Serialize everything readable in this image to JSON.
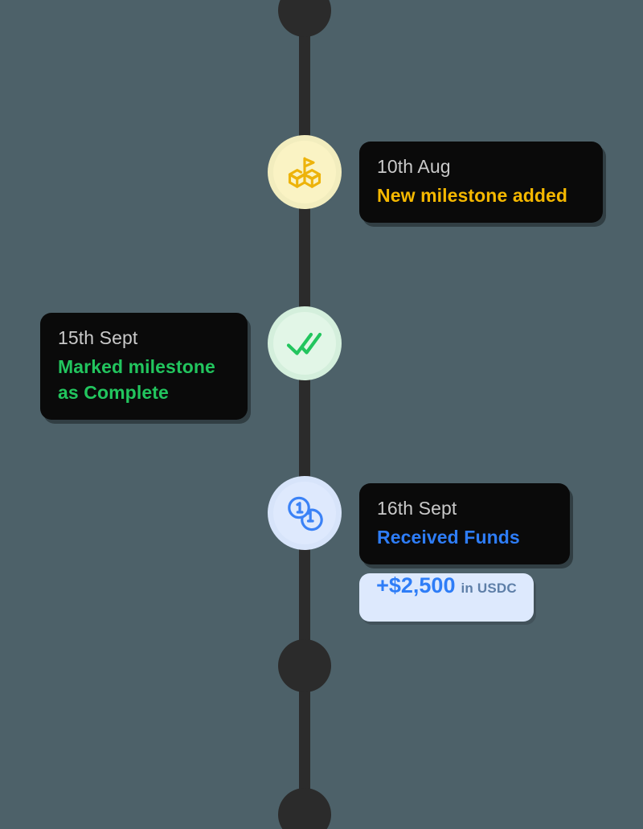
{
  "theme": {
    "background_color": "#4D6169",
    "rail_color": "#2B2B2B",
    "card_background": "#0A0A0A",
    "date_text_color": "#C9C9C9",
    "accent_milestone": "#F5B800",
    "accent_complete": "#22C55E",
    "accent_funds": "#2E7DF7",
    "pill_background": "#DDE9FD"
  },
  "timeline": {
    "events": [
      {
        "id": "milestone-added",
        "date": "10th Aug",
        "title": "New milestone added",
        "icon": "map-flag-milestone-icon",
        "side": "right"
      },
      {
        "id": "milestone-complete",
        "date": "15th Sept",
        "title": "Marked milestone as Complete",
        "title_line_1": "Marked milestone",
        "title_line_2": "as Complete",
        "icon": "double-check-icon",
        "side": "left"
      },
      {
        "id": "received-funds",
        "date": "16th Sept",
        "title": "Received Funds",
        "icon": "coins-icon",
        "side": "right",
        "amount": {
          "value": "+$2,500",
          "unit": "in USDC"
        }
      }
    ],
    "nodes": [
      {
        "id": "node-top",
        "label": "timeline-node"
      },
      {
        "id": "node-middle",
        "label": "timeline-node"
      },
      {
        "id": "node-bottom",
        "label": "timeline-node"
      }
    ]
  }
}
